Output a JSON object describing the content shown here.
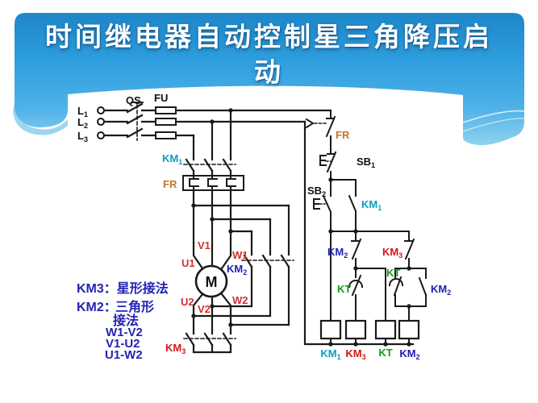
{
  "title": {
    "line1": "时间继电器自动控制星三角降压启",
    "line2": "动"
  },
  "colors": {
    "banner_top": "#1d86c8",
    "banner_mid": "#2f9fdf",
    "banner_bottom": "#8fd2f0",
    "wire": "#1a1a1a",
    "km1": "#0d9cc4",
    "km2": "#1c1cb8",
    "km3": "#d31616",
    "kt": "#129b12",
    "fr": "#bd762b",
    "motor_terminal": "#d33030",
    "note_text": "#2323b3"
  },
  "labels": {
    "l1": {
      "t": "L",
      "s": "1"
    },
    "l2": {
      "t": "L",
      "s": "2"
    },
    "l3": {
      "t": "L",
      "s": "3"
    },
    "qs": "QS",
    "fu": "FU",
    "km1_main": {
      "t": "KM",
      "s": "1"
    },
    "fr_main": "FR",
    "u1": "U1",
    "v1": "V1",
    "w1": "W1",
    "u2": "U2",
    "v2": "V2",
    "w2": "W2",
    "motor": "M",
    "km2_main": {
      "t": "KM",
      "s": "2"
    },
    "km3_main": {
      "t": "KM",
      "s": "3"
    },
    "fr_ctrl": "FR",
    "sb1": {
      "t": "SB",
      "s": "1"
    },
    "sb2": {
      "t": "SB",
      "s": "2"
    },
    "km1_aux": {
      "t": "KM",
      "s": "1"
    },
    "km2_nc": {
      "t": "KM",
      "s": "2"
    },
    "km3_nc": {
      "t": "KM",
      "s": "3"
    },
    "kt_nc": "KT",
    "kt_no": "KT",
    "km2_no": {
      "t": "KM",
      "s": "2"
    },
    "coil_km1": {
      "t": "KM",
      "s": "1"
    },
    "coil_km3": {
      "t": "KM",
      "s": "3"
    },
    "coil_kt": "KT",
    "coil_km2": {
      "t": "KM",
      "s": "2"
    }
  },
  "notes": {
    "line1": "KM3：星形接法",
    "line2_a": "KM2：",
    "line2_b": "三角形",
    "line3": "接法",
    "line4": "W1-V2",
    "line5": "V1-U2",
    "line6": "U1-W2"
  }
}
